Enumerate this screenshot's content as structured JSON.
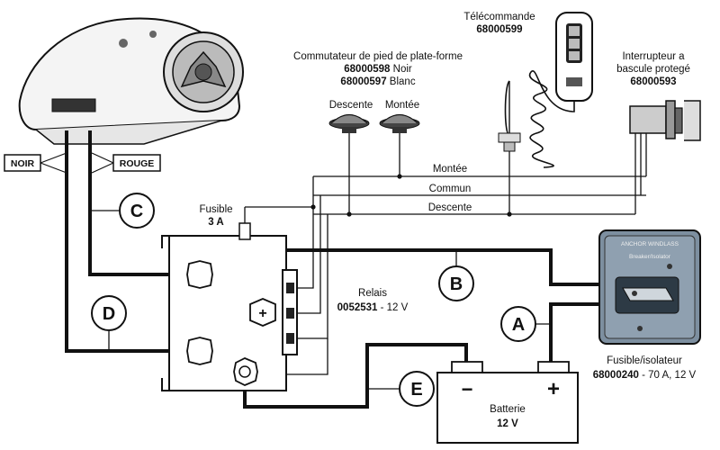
{
  "motor": {
    "wire_left_label": "NOIR",
    "wire_right_label": "ROUGE"
  },
  "circle_labels": {
    "A": "A",
    "B": "B",
    "C": "C",
    "D": "D",
    "E": "E"
  },
  "remote": {
    "title": "Télécommande",
    "part": "68000599"
  },
  "foot_switch": {
    "title": "Commutateur de pied de plate-forme",
    "part_black": "68000598",
    "part_black_color": "Noir",
    "part_white": "68000597",
    "part_white_color": "Blanc",
    "down_label": "Descente",
    "up_label": "Montée"
  },
  "rocker": {
    "title_line1": "Interrupteur a",
    "title_line2": "bascule protegé",
    "part": "68000593"
  },
  "control_wires": {
    "up": "Montée",
    "common": "Commun",
    "down": "Descente"
  },
  "fuse": {
    "label": "Fusible",
    "rating": "3 A"
  },
  "relay": {
    "label": "Relais",
    "part": "0052531",
    "voltage": "- 12 V"
  },
  "breaker": {
    "panel_title": "ANCHOR WINDLASS",
    "panel_subtitle": "Breaker/Isolator",
    "label": "Fusible/isolateur",
    "part": "68000240",
    "rating": "- 70 A, 12 V"
  },
  "battery": {
    "label": "Batterie",
    "voltage": "12 V",
    "minus": "−",
    "plus": "+"
  }
}
